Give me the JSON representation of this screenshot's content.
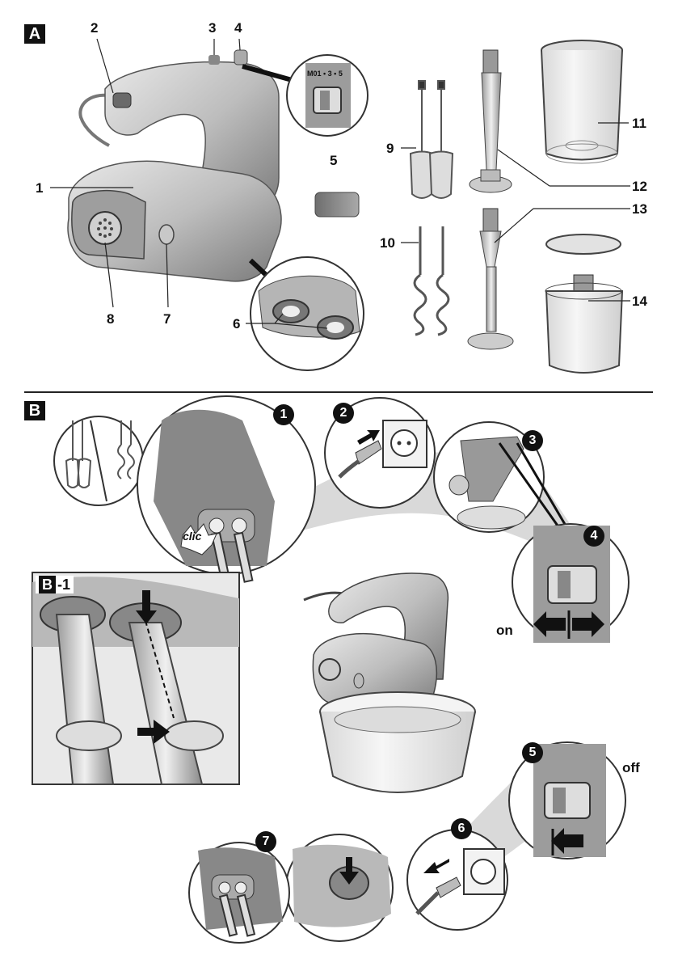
{
  "section_a": {
    "label": "A",
    "callouts": [
      "1",
      "2",
      "3",
      "4",
      "5",
      "6",
      "7",
      "8",
      "9",
      "10",
      "11",
      "12",
      "13",
      "14"
    ],
    "dial_scale": "M01 • 3 • 5"
  },
  "section_b": {
    "label": "B",
    "steps": [
      "1",
      "2",
      "3",
      "4",
      "5",
      "6",
      "7"
    ],
    "clic_text": "clic",
    "on_text": "on",
    "off_text": "off",
    "inset_label_box": "B",
    "inset_label_suffix": "-1"
  }
}
